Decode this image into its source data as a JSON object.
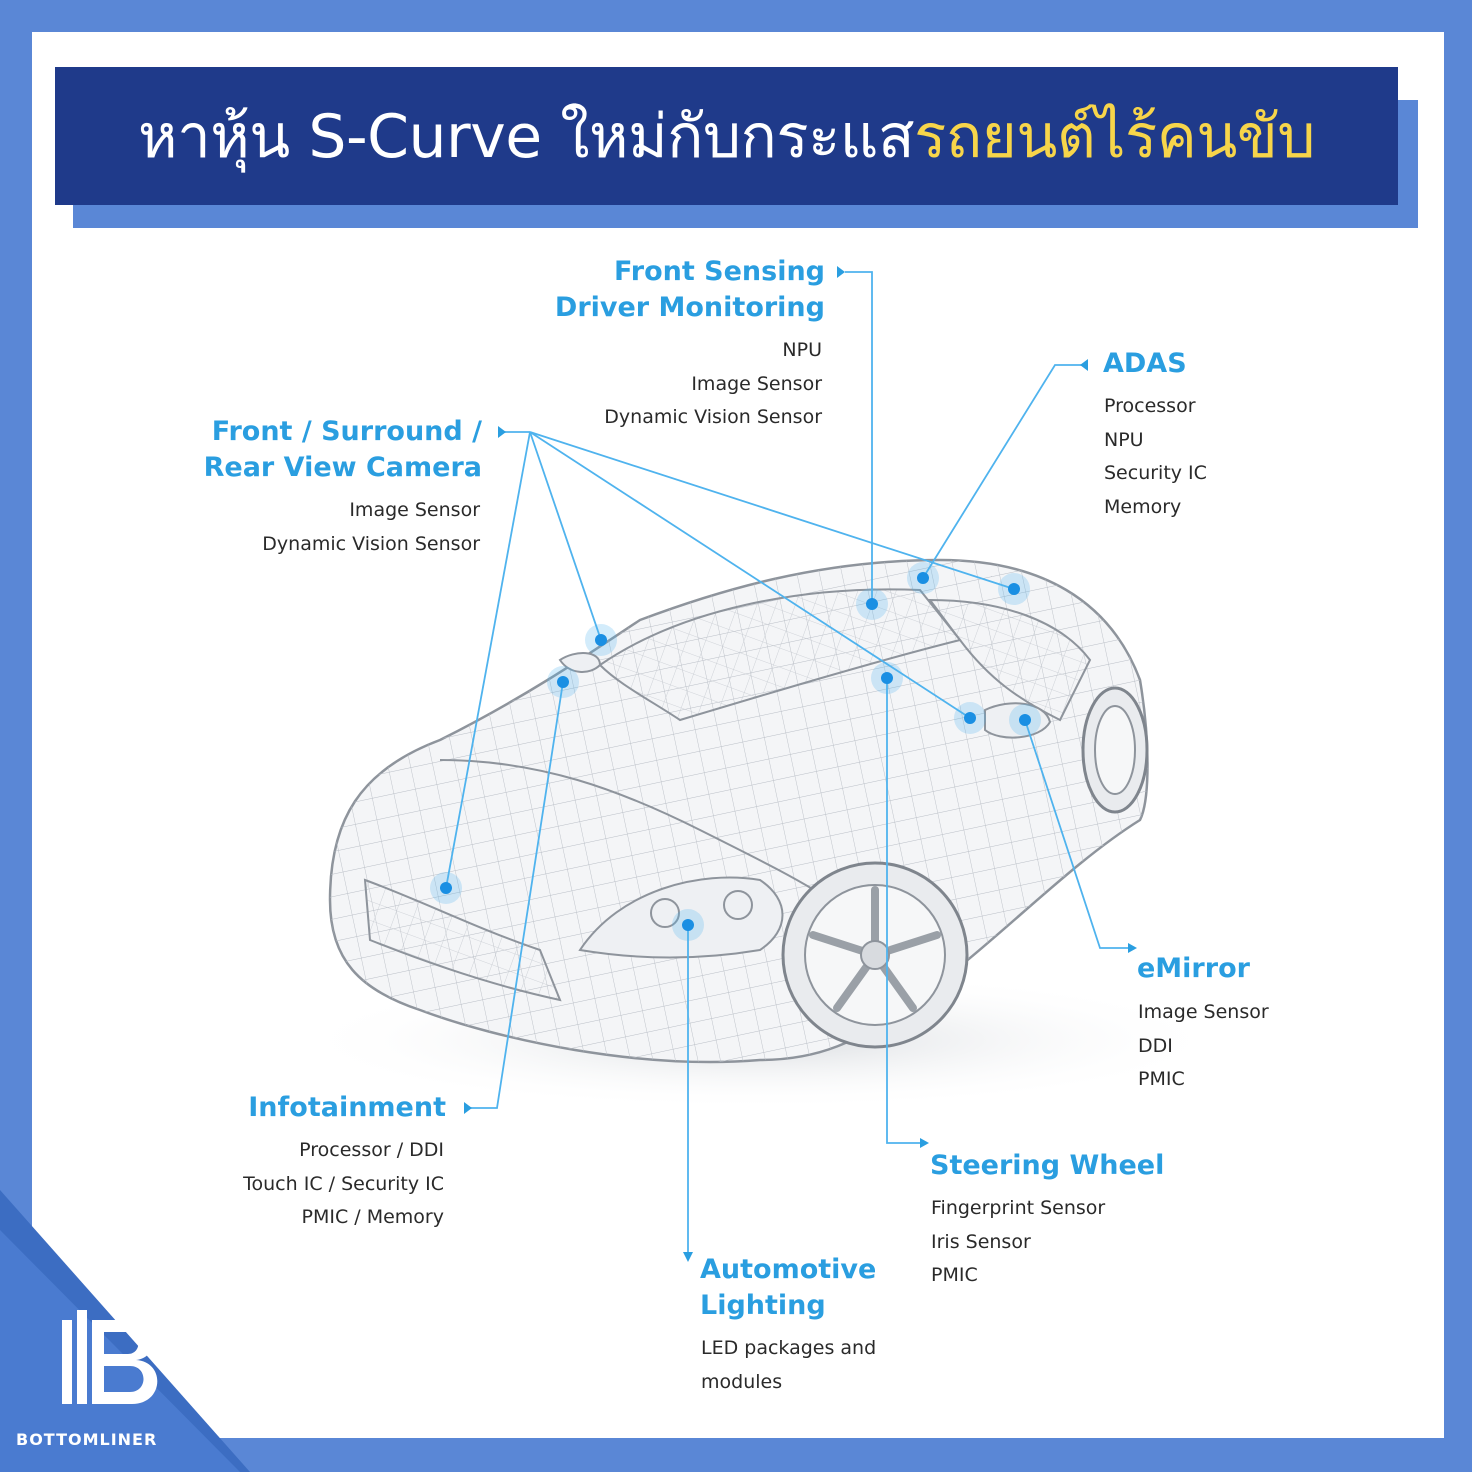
{
  "title": {
    "main": "หาหุ้น S-Curve ใหม่กับกระแส",
    "highlight": "รถยนต์ไร้คนขับ"
  },
  "colors": {
    "frame": "#5a87d6",
    "title_bg": "#1f3a8a",
    "highlight": "#f7d54a",
    "heading": "#2a9ee0",
    "line": "#4fb3ee",
    "dot": "#1a8fe3"
  },
  "sections": {
    "front_sensing": {
      "heading": [
        "Front Sensing",
        "Driver Monitoring"
      ],
      "items": [
        "NPU",
        "Image Sensor",
        "Dynamic Vision Sensor"
      ]
    },
    "adas": {
      "heading": [
        "ADAS"
      ],
      "items": [
        "Processor",
        "NPU",
        "Security IC",
        "Memory"
      ]
    },
    "camera": {
      "heading": [
        "Front / Surround /",
        "Rear View Camera"
      ],
      "items": [
        "Image Sensor",
        "Dynamic Vision Sensor"
      ]
    },
    "emirror": {
      "heading": [
        "eMirror"
      ],
      "items": [
        "Image Sensor",
        "DDI",
        "PMIC"
      ]
    },
    "infotainment": {
      "heading": [
        "Infotainment"
      ],
      "items": [
        "Processor / DDI",
        "Touch IC / Security IC",
        "PMIC / Memory"
      ]
    },
    "steering": {
      "heading": [
        "Steering Wheel"
      ],
      "items": [
        "Fingerprint Sensor",
        "Iris Sensor",
        "PMIC"
      ]
    },
    "lighting": {
      "heading": [
        "Automotive",
        "Lighting"
      ],
      "items": [
        "LED packages and",
        "modules"
      ]
    }
  },
  "brand": {
    "logo_letter": "B",
    "name": "BOTTOMLINER"
  }
}
